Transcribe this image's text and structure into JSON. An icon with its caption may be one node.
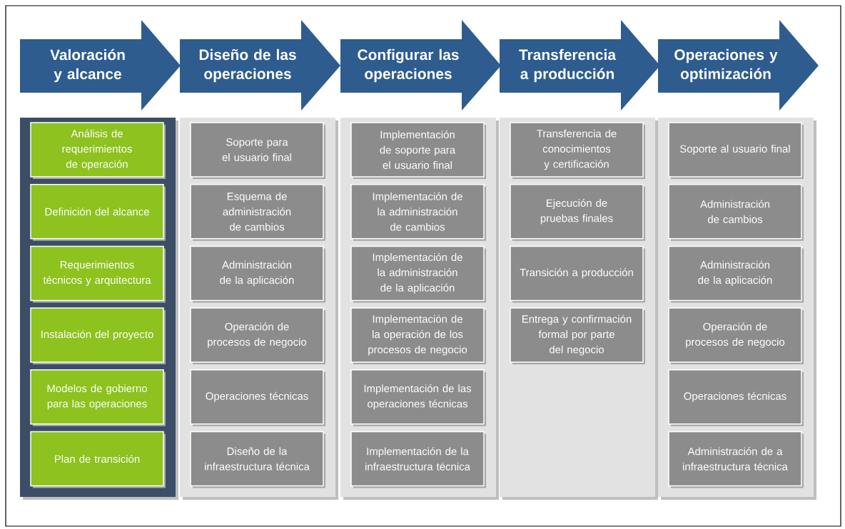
{
  "diagram": {
    "nodes": [
      {
        "text": [
          "Valoración y alcance"
        ]
      },
      {
        "text": [
          "Diseño de las operaciones"
        ]
      },
      {
        "text": [
          "Configurar las operaciones"
        ]
      },
      {
        "text": [
          "Transferencia a producción"
        ]
      },
      {
        "text": [
          "Operaciones y optimización"
        ]
      },
      {
        "text": [],
        "shape": "box"
      },
      {
        "text": [
          "Análisis de requerimientos de operación"
        ],
        "in": 5
      },
      {
        "text": [
          "Definición del alcance"
        ],
        "in": 5
      },
      {
        "text": [
          "Requerimientos técnicos y arquitectura"
        ],
        "in": 5
      },
      {
        "text": [
          "Instalación del proyecto"
        ],
        "in": 5
      },
      {
        "text": [
          "Modelos de gobierno para las operaciones"
        ],
        "in": 5
      },
      {
        "text": [
          "Plan de transición"
        ],
        "in": 5
      },
      {
        "text": [],
        "shape": "box"
      },
      {
        "text": [
          "Soporte para el usuario final"
        ],
        "in": 12
      },
      {
        "text": [
          "Esquema de administración de cambios"
        ],
        "in": 12
      },
      {
        "text": [
          "Administración de la aplicación"
        ],
        "in": 12
      },
      {
        "text": [
          "Operación de procesos de negocio"
        ],
        "in": 12
      },
      {
        "text": [
          "Operaciones técnicas"
        ],
        "in": 12
      },
      {
        "text": [
          "Diseño de la infraestructura técnica"
        ],
        "in": 12
      },
      {
        "text": [],
        "shape": "box"
      },
      {
        "text": [
          "Implementación de soporte para el usuario final"
        ],
        "in": 19
      },
      {
        "text": [
          "Implementación de la administración de cambios"
        ],
        "in": 19
      },
      {
        "text": [
          "Implementación de la administración de la aplicación"
        ],
        "in": 19
      },
      {
        "text": [
          "Implementación de la operación de los procesos de negocio"
        ],
        "in": 19
      },
      {
        "text": [
          "Implementación de las operaciones técnicas"
        ],
        "in": 19
      },
      {
        "text": [
          "Implementación de la infraestructura técnica"
        ],
        "in": 19
      },
      {
        "text": [],
        "shape": "box"
      },
      {
        "text": [
          "Transferencia de conocimientos y certificación"
        ],
        "in": 26
      },
      {
        "text": [
          "Ejecución de pruebas finales"
        ],
        "in": 26
      },
      {
        "text": [
          "Transición a producción"
        ],
        "in": 26
      },
      {
        "text": [
          "Entrega y confirmación formal por parte del negocio"
        ],
        "in": 26
      },
      {
        "text": [],
        "shape": "box"
      },
      {
        "text": [
          "Soporte al usuario final"
        ],
        "in": 31
      },
      {
        "text": [
          "Administración de cambios"
        ],
        "in": 31
      },
      {
        "text": [
          "Administración de la aplicación"
        ],
        "in": 31
      },
      {
        "text": [
          "Operación de procesos de negocio"
        ],
        "in": 31
      },
      {
        "text": [
          "Operaciones técnicas"
        ],
        "in": 31
      },
      {
        "text": [
          "Administración de a infraestructura técnica"
        ],
        "in": 31
      }
    ]
  }
}
